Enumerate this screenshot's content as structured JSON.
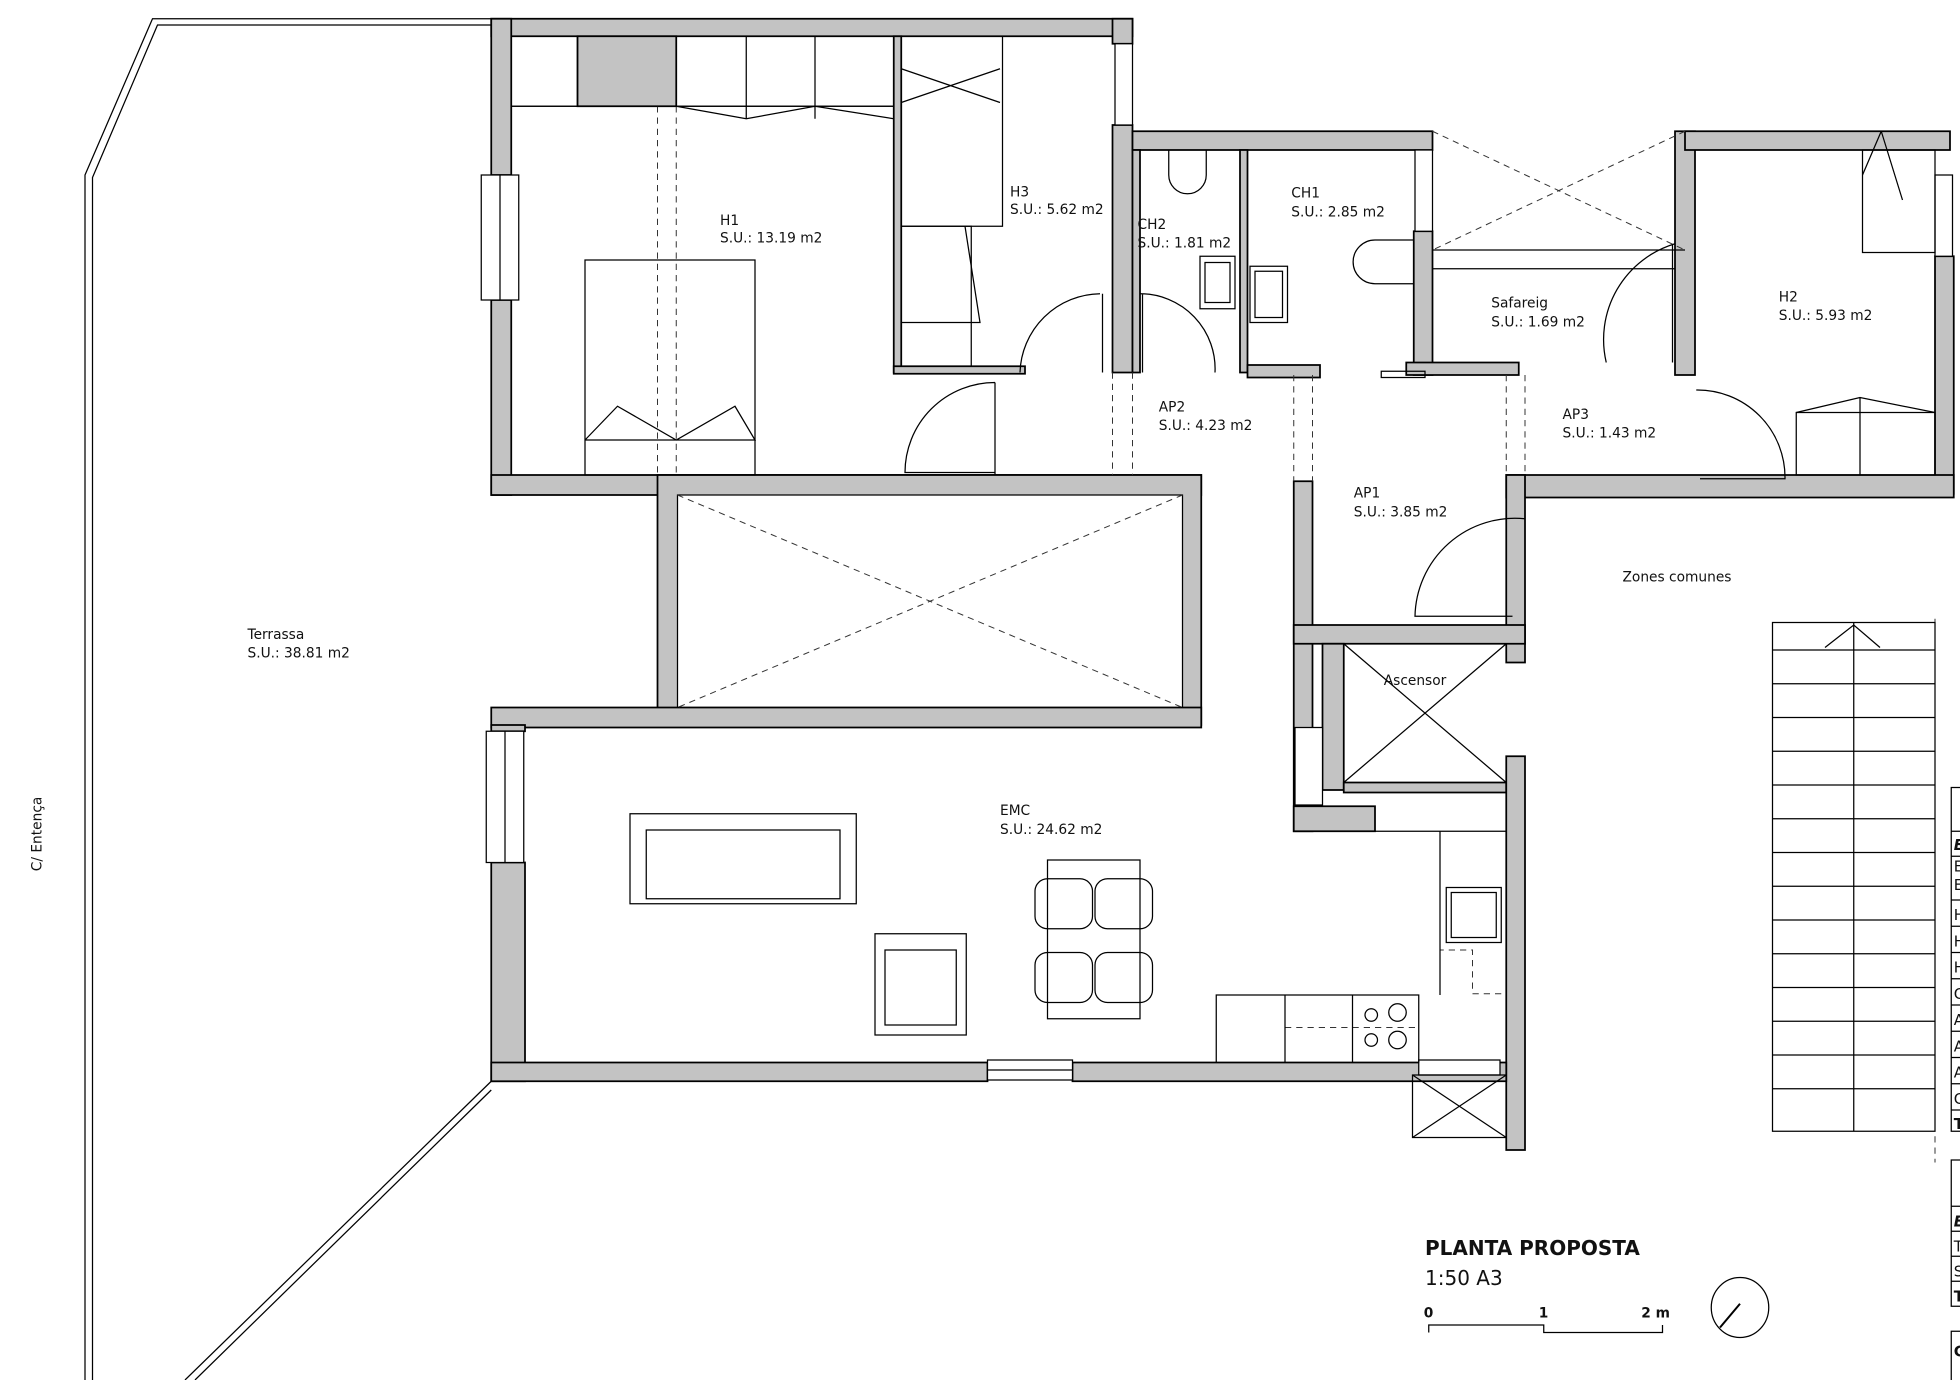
{
  "plan": {
    "title": "PLANTA PROPOSTA",
    "scale": "1:50 A3",
    "scale_bar": {
      "tick0": "0",
      "tick1": "1",
      "tick2": "2 m"
    },
    "street": "C/ Entença",
    "common_zone": "Zones comunes",
    "elevator": "Ascensor"
  },
  "rooms": {
    "h1": {
      "name": "H1",
      "area": "S.U.: 13.19 m2"
    },
    "h3": {
      "name": "H3",
      "area": "S.U.: 5.62 m2"
    },
    "ch2": {
      "name": "CH2",
      "area": "S.U.: 1.81 m2"
    },
    "ch1": {
      "name": "CH1",
      "area": "S.U.: 2.85 m2"
    },
    "safareig": {
      "name": "Safareig",
      "area": "S.U.: 1.69 m2"
    },
    "h2": {
      "name": "H2",
      "area": "S.U.: 5.93 m2"
    },
    "ap2": {
      "name": "AP2",
      "area": "S.U.: 4.23 m2"
    },
    "ap3": {
      "name": "AP3",
      "area": "S.U.: 1.43 m2"
    },
    "ap1": {
      "name": "AP1",
      "area": "S.U.: 3.85 m2"
    },
    "terrassa": {
      "name": "Terrassa",
      "area": "S.U.: 38.81 m2"
    },
    "emc": {
      "name": "EMC",
      "area": "S.U.: 24.62 m2"
    }
  },
  "side_table": {
    "table1_rows": [
      "E",
      "E",
      "E",
      "H",
      "H",
      "H",
      "C",
      "A",
      "A",
      "A",
      "C",
      "T"
    ],
    "table2_rows": [
      "E",
      "T",
      "S",
      "T"
    ],
    "table3_rows": [
      "C"
    ]
  }
}
